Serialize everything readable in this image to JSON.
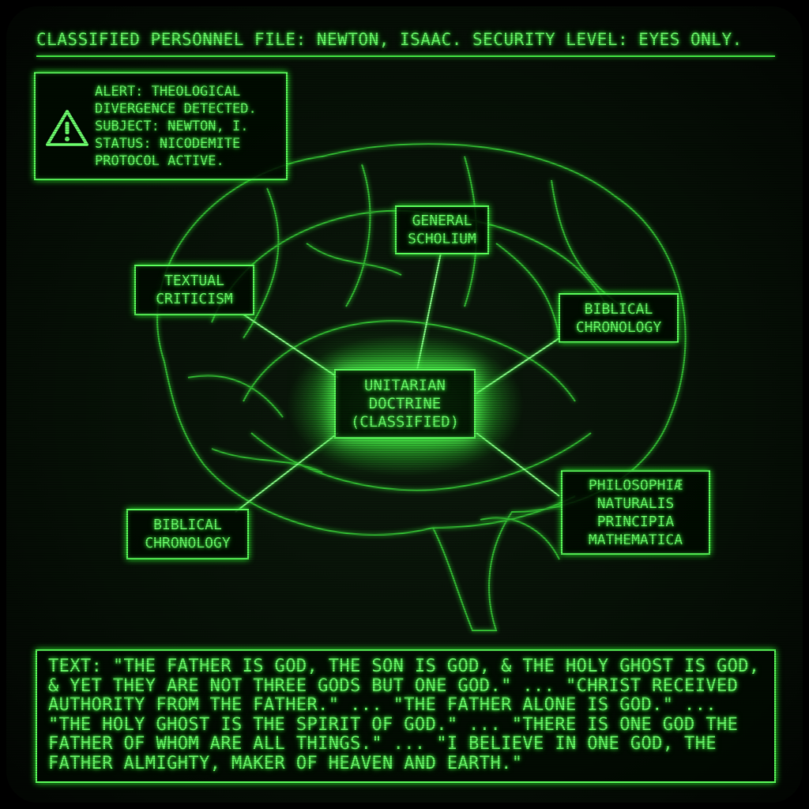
{
  "header": {
    "title": "CLASSIFIED PERSONNEL FILE: NEWTON, ISAAC. SECURITY LEVEL: EYES ONLY."
  },
  "alert": {
    "icon": "warning-triangle-icon",
    "text": "ALERT: THEOLOGICAL\nDIVERGENCE DETECTED.\nSUBJECT: NEWTON, I.\nSTATUS: NICODEMITE\nPROTOCOL ACTIVE."
  },
  "labels": {
    "center": "UNITARIAN\nDOCTRINE\n(CLASSIFIED)",
    "general_scholium": "GENERAL\nSCHOLIUM",
    "textual_criticism": "TEXTUAL\nCRITICISM",
    "biblical_chronology_right": "BIBLICAL\nCHRONOLOGY",
    "biblical_chronology_left": "BIBLICAL\nCHRONOLOGY",
    "principia": "PHILOSOPHIÆ\nNATURALIS\nPRINCIPIA\nMATHEMATICA"
  },
  "quote": {
    "text": "TEXT: \"THE FATHER IS GOD, THE SON IS GOD, & THE HOLY GHOST IS GOD, & YET THEY ARE NOT THREE GODS BUT ONE GOD.\" ... \"CHRIST RECEIVED AUTHORITY FROM THE FATHER.\" ... \"THE FATHER ALONE IS GOD.\" ... \"THE HOLY GHOST IS THE SPIRIT OF GOD.\" ... \"THERE IS ONE GOD THE FATHER OF WHOM ARE ALL THINGS.\" ... \"I BELIEVE IN ONE GOD, THE FATHER ALMIGHTY, MAKER OF HEAVEN AND EARTH.\""
  },
  "colors": {
    "phosphor": "#5cff5c",
    "background": "#061006"
  }
}
